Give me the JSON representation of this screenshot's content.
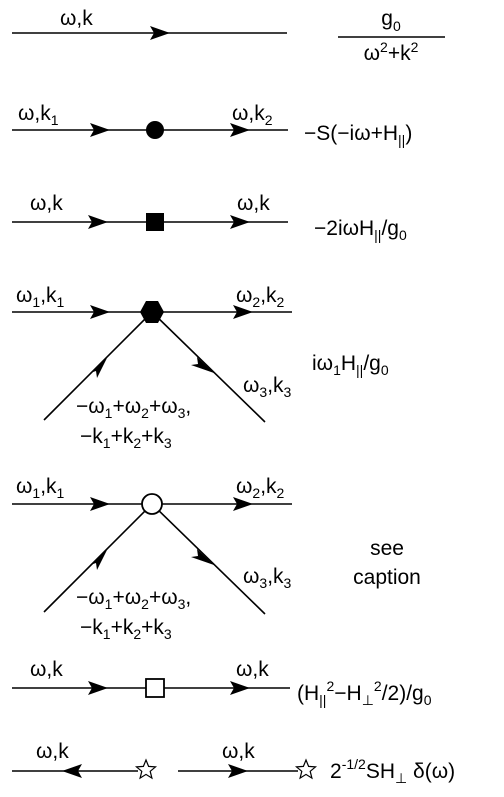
{
  "rules": [
    {
      "id": "propagator",
      "in_label": {
        "base": "ω,k"
      },
      "expression": {
        "fraction": {
          "numerator": {
            "base": "g",
            "sub": "0"
          },
          "denominator": {
            "a": "ω",
            "a_sup": "2",
            "plus": "+k",
            "b_sup": "2"
          }
        }
      }
    },
    {
      "id": "circle-vertex",
      "in_label": {
        "base": "ω,k",
        "sub": "1"
      },
      "out_label": {
        "base": "ω,k",
        "sub": "2"
      },
      "expression": {
        "prefix": "−S(−iω+H",
        "sub": "||",
        "suffix": ")"
      }
    },
    {
      "id": "square-vertex",
      "in_label": {
        "base": "ω,k"
      },
      "out_label": {
        "base": "ω,k"
      },
      "expression": {
        "prefix": "−2iωH",
        "sub": "||",
        "mid": "/g",
        "sub2": "0"
      }
    },
    {
      "id": "hexagon-vertex",
      "in_label": {
        "w": "ω",
        "w_sub": "1",
        "k": ",k",
        "k_sub": "1"
      },
      "out_label": {
        "w": "ω",
        "w_sub": "2",
        "k": ",k",
        "k_sub": "2"
      },
      "out2_label": {
        "w": "ω",
        "w_sub": "3",
        "k": ",k",
        "k_sub": "3"
      },
      "lower_line1": {
        "p1": "−ω",
        "s1": "1",
        "p2": "+ω",
        "s2": "2",
        "p3": "+ω",
        "s3": "3",
        "p4": ","
      },
      "lower_line2": {
        "p1": "−k",
        "s1": "1",
        "p2": "+k",
        "s2": "2",
        "p3": "+k",
        "s3": "3"
      },
      "expression": {
        "p1": "iω",
        "s1": "1",
        "p2": "H",
        "s2": "||",
        "p3": "/g",
        "s3": "0"
      }
    },
    {
      "id": "open-circle-vertex",
      "in_label": {
        "w": "ω",
        "w_sub": "1",
        "k": ",k",
        "k_sub": "1"
      },
      "out_label": {
        "w": "ω",
        "w_sub": "2",
        "k": ",k",
        "k_sub": "2"
      },
      "out2_label": {
        "w": "ω",
        "w_sub": "3",
        "k": ",k",
        "k_sub": "3"
      },
      "lower_line1": {
        "p1": "−ω",
        "s1": "1",
        "p2": "+ω",
        "s2": "2",
        "p3": "+ω",
        "s3": "3",
        "p4": ","
      },
      "lower_line2": {
        "p1": "−k",
        "s1": "1",
        "p2": "+k",
        "s2": "2",
        "p3": "+k",
        "s3": "3"
      },
      "expression": {
        "line1": "see",
        "line2": "caption"
      }
    },
    {
      "id": "open-square-vertex",
      "in_label": {
        "base": "ω,k"
      },
      "out_label": {
        "base": "ω,k"
      },
      "expression": {
        "p1": "(H",
        "s1": "||",
        "sup1": "2",
        "p2": "−H",
        "s2": "⊥",
        "sup2": "2",
        "p3": "/2)/g",
        "s3": "0"
      }
    },
    {
      "id": "star-sources",
      "left_label": {
        "base": "ω,k"
      },
      "right_label": {
        "base": "ω,k"
      },
      "expression": {
        "p1": "2",
        "sup1": "-1/2",
        "p2": "SH",
        "s2": "⊥",
        "p3": " δ(ω)"
      }
    }
  ]
}
